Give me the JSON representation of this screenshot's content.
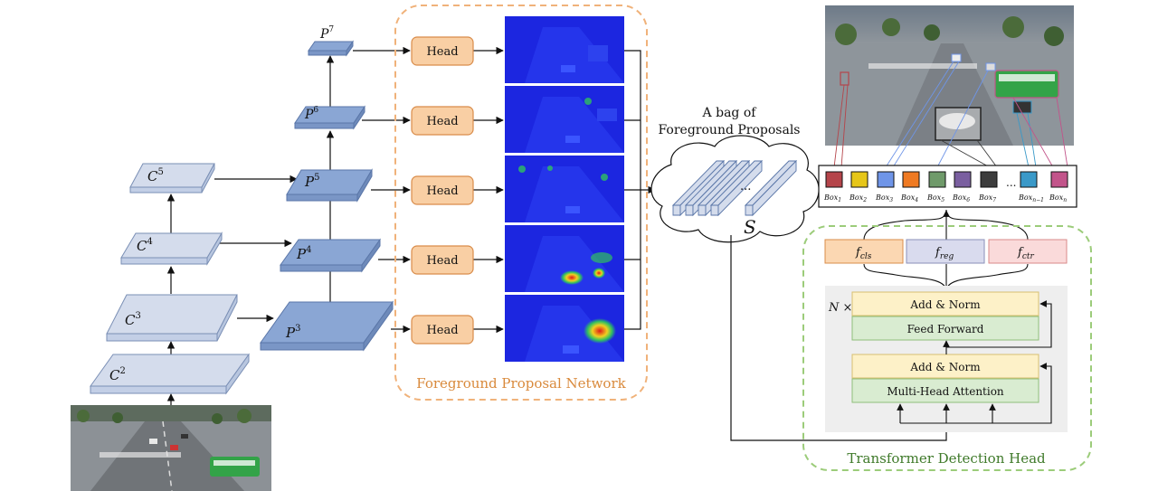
{
  "backbone": {
    "C2": {
      "base": "C",
      "sup": "2"
    },
    "C3": {
      "base": "C",
      "sup": "3"
    },
    "C4": {
      "base": "C",
      "sup": "4"
    },
    "C5": {
      "base": "C",
      "sup": "5"
    }
  },
  "fpn": {
    "P3": {
      "base": "P",
      "sup": "3"
    },
    "P4": {
      "base": "P",
      "sup": "4"
    },
    "P5": {
      "base": "P",
      "sup": "5"
    },
    "P6": {
      "base": "P",
      "sup": "6"
    },
    "P7": {
      "base": "P",
      "sup": "7"
    }
  },
  "heads": {
    "label": "Head"
  },
  "fpn_group": {
    "caption": "Foreground Proposal Network"
  },
  "bag": {
    "title_line1": "A bag of",
    "title_line2": "Foreground Proposals",
    "ellipsis": "...",
    "symbol": "S"
  },
  "boxes": {
    "ellipsis": "...",
    "items": [
      {
        "label": "Box",
        "sub": "1",
        "color": "#b5444a"
      },
      {
        "label": "Box",
        "sub": "2",
        "color": "#e6c619"
      },
      {
        "label": "Box",
        "sub": "3",
        "color": "#6f95e8"
      },
      {
        "label": "Box",
        "sub": "4",
        "color": "#ef7a22"
      },
      {
        "label": "Box",
        "sub": "5",
        "color": "#6f9a6a"
      },
      {
        "label": "Box",
        "sub": "6",
        "color": "#7a5fa0"
      },
      {
        "label": "Box",
        "sub": "7",
        "color": "#3c3c3c"
      },
      {
        "label": "Box",
        "sub": "n−1",
        "color": "#3a99c8"
      },
      {
        "label": "Box",
        "sub": "n",
        "color": "#c2548a"
      }
    ]
  },
  "outputs": {
    "cls": {
      "base": "f",
      "sub": "cls"
    },
    "reg": {
      "base": "f",
      "sub": "reg"
    },
    "ctr": {
      "base": "f",
      "sub": "ctr"
    }
  },
  "transformer": {
    "repeat": "N ×",
    "add_norm_top": "Add & Norm",
    "feed_forward": "Feed Forward",
    "add_norm_bottom": "Add & Norm",
    "mha": "Multi-Head Attention",
    "caption": "Transformer Detection Head"
  },
  "colors": {
    "layer_light": "#d4dcec",
    "layer_dark": "#8aa6d4",
    "head_fill": "#f9cfa4",
    "head_stroke": "#d98c4a",
    "heat_blue": "#1c26e0",
    "fpn_border": "#f0b27a",
    "fpn_caption": "#d98a3c",
    "tr_border": "#9ccc7a",
    "tr_caption": "#3f7a2a",
    "norm_fill": "#fdf1c8",
    "ff_fill": "#d9ecd1",
    "cls_fill": "#fbd7b2",
    "reg_fill": "#d9dbee",
    "ctr_fill": "#fadada",
    "panel_fill": "#eeeeee"
  }
}
